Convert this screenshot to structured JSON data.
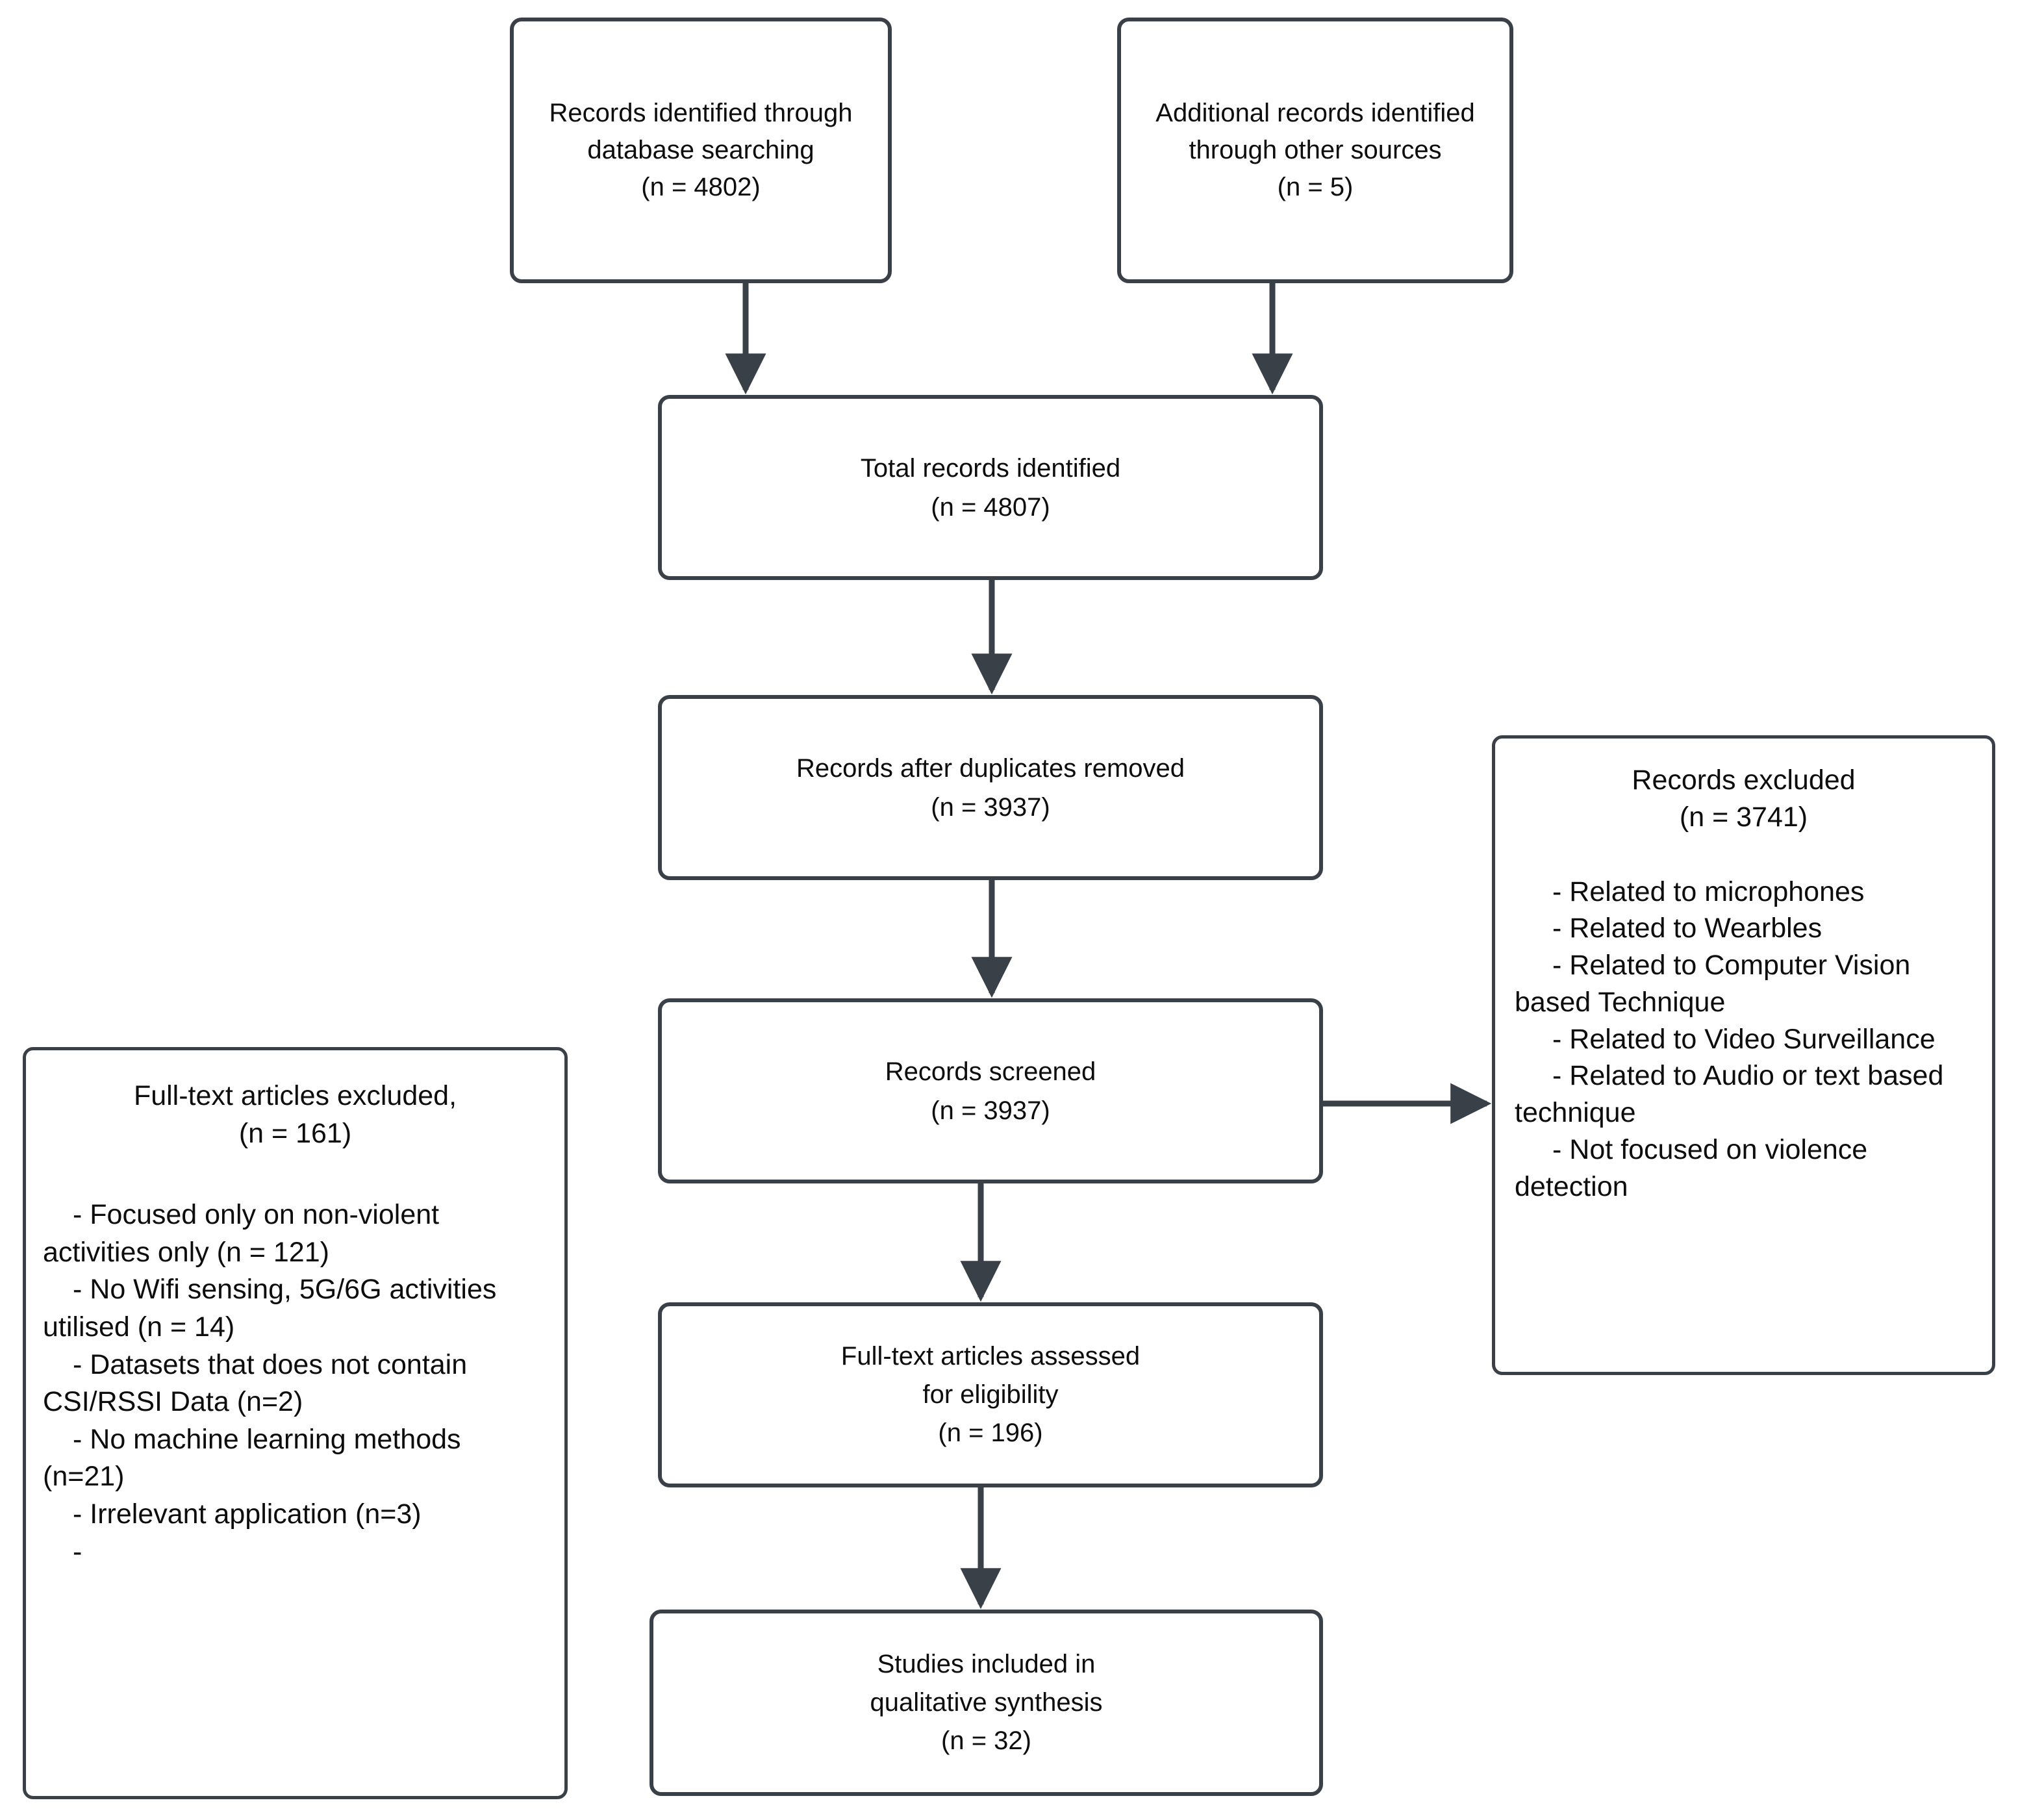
{
  "diagram": {
    "title": "PRISMA flow diagram",
    "accent_border_color": "#3a4048",
    "text_color": "#0d0d0d",
    "background_color": "#ffffff"
  },
  "nodes": {
    "db_search": {
      "line1": "Records identified through",
      "line2": "database searching",
      "line3": "(n = 4802)"
    },
    "other_sources": {
      "line1": "Additional records identified",
      "line2": "through other sources",
      "line3": "(n = 5)"
    },
    "total_records": {
      "line1": "Total records identified",
      "line2": "(n = 4807)"
    },
    "after_duplicates": {
      "line1": "Records after duplicates removed",
      "line2": "(n = 3937)"
    },
    "records_screened": {
      "line1": "Records screened",
      "line2": "(n = 3937)"
    },
    "fulltext_assessed": {
      "line1": "Full-text articles assessed",
      "line2": "for eligibility",
      "line3": "(n = 196)"
    },
    "studies_included": {
      "line1": "Studies included in",
      "line2": "qualitative synthesis",
      "line3": "(n = 32)"
    },
    "records_excluded": {
      "line1": "Records excluded",
      "line2": "(n = 3741)",
      "bullets": [
        "- Related to microphones",
        "- Related to Wearbles",
        "- Related to Computer Vision based Technique",
        "- Related to Video Surveillance",
        "- Related to Audio or text based technique",
        "- Not focused on violence detection"
      ]
    },
    "fulltext_excluded": {
      "line1": "Full-text articles excluded,",
      "line2": "(n = 161)",
      "bullets": [
        "- Focused only on non-violent activities only (n = 121)",
        "- No Wifi sensing, 5G/6G activities utilised (n = 14)",
        "- Datasets that does not contain CSI/RSSI Data (n=2)",
        "- No machine learning methods (n=21)",
        "- Irrelevant application (n=3)",
        "-"
      ]
    }
  },
  "connectors": [
    {
      "name": "db-search-to-total",
      "from": "db_search",
      "to": "total_records",
      "direction": "down"
    },
    {
      "name": "other-sources-to-total",
      "from": "other_sources",
      "to": "total_records",
      "direction": "down"
    },
    {
      "name": "total-to-after-duplicates",
      "from": "total_records",
      "to": "after_duplicates",
      "direction": "down"
    },
    {
      "name": "after-duplicates-to-screened",
      "from": "after_duplicates",
      "to": "records_screened",
      "direction": "down"
    },
    {
      "name": "screened-to-records-excluded",
      "from": "records_screened",
      "to": "records_excluded",
      "direction": "right"
    },
    {
      "name": "screened-to-fulltext-assessed",
      "from": "records_screened",
      "to": "fulltext_assessed",
      "direction": "down"
    },
    {
      "name": "fulltext-assessed-to-studies-included",
      "from": "fulltext_assessed",
      "to": "studies_included",
      "direction": "down"
    }
  ]
}
